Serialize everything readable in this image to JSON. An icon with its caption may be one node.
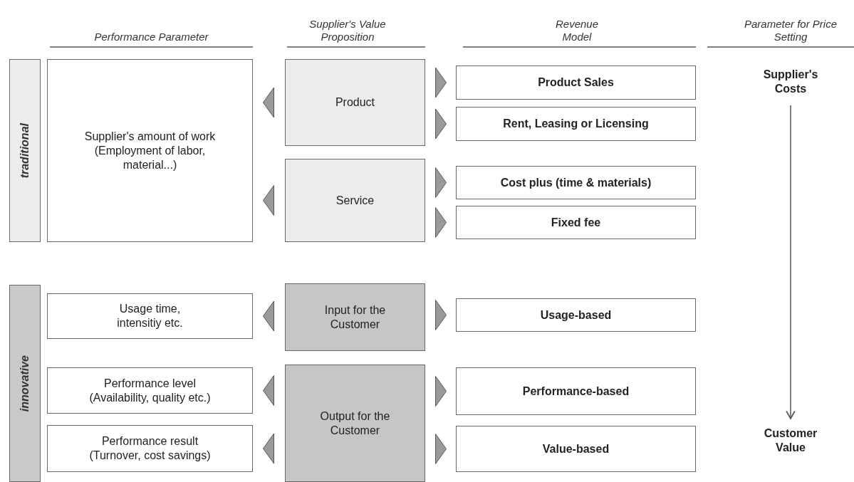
{
  "diagram": {
    "nodes": [
      {
        "text": [
          "traditional"
        ]
      },
      {
        "text": [
          "innovative"
        ]
      },
      {
        "text": [
          "Supplier's amount of work (Employment of labor, material...)"
        ]
      },
      {
        "text": [
          "Product"
        ]
      },
      {
        "text": [
          "Service"
        ]
      },
      {
        "text": [
          "Product Sales"
        ]
      },
      {
        "text": [
          "Rent, Leasing or Licensing"
        ]
      },
      {
        "text": [
          "Cost plus (time & materials)"
        ]
      },
      {
        "text": [
          "Fixed fee"
        ]
      },
      {
        "text": [
          "Usage time, intensitiy etc."
        ]
      },
      {
        "text": [
          "Input for the Customer"
        ]
      },
      {
        "text": [
          "Usage-based"
        ]
      },
      {
        "text": [
          "Performance level (Availability, quality etc.)"
        ]
      },
      {
        "text": [
          "Performance result (Turnover, cost savings)"
        ]
      },
      {
        "text": [
          "Output for the Customer"
        ]
      },
      {
        "text": [
          "Performance-based"
        ]
      },
      {
        "text": [
          "Value-based"
        ]
      },
      {
        "text": [
          "Supplier's Costs"
        ]
      },
      {
        "text": [
          "Customer Value"
        ]
      }
    ],
    "edges": [
      {
        "from": 3,
        "to": 2,
        "arrow": "to"
      },
      {
        "from": 3,
        "to": 5,
        "arrow": "to"
      },
      {
        "from": 3,
        "to": 6,
        "arrow": "to"
      },
      {
        "from": 4,
        "to": 2,
        "arrow": "to"
      },
      {
        "from": 4,
        "to": 7,
        "arrow": "to"
      },
      {
        "from": 4,
        "to": 8,
        "arrow": "to"
      },
      {
        "from": 10,
        "to": 9,
        "arrow": "to"
      },
      {
        "from": 10,
        "to": 11,
        "arrow": "to"
      },
      {
        "from": 14,
        "to": 12,
        "arrow": "to"
      },
      {
        "from": 14,
        "to": 13,
        "arrow": "to"
      },
      {
        "from": 14,
        "to": 15,
        "arrow": "to"
      },
      {
        "from": 14,
        "to": 16,
        "arrow": "to"
      },
      {
        "from": 17,
        "to": 18,
        "arrow": "to"
      }
    ],
    "labels": [
      "Performance Parameter",
      "Supplier's Value Proposition",
      "Revenue Model",
      "Parameter for Price Setting"
    ]
  }
}
